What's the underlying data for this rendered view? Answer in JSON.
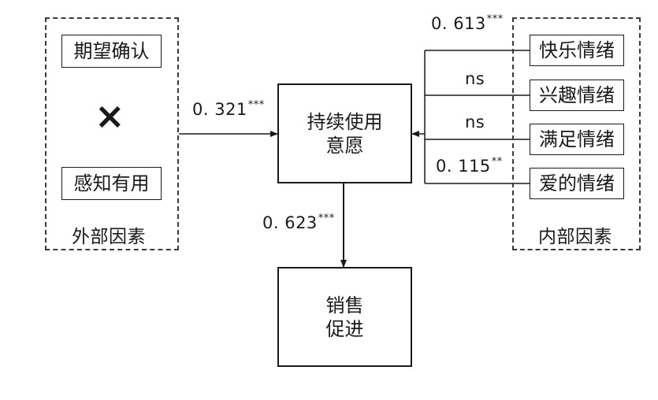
{
  "external_group": {
    "label": "外部因素",
    "item_top": "期望确认",
    "operator": "×",
    "item_bottom": "感知有用"
  },
  "internal_group": {
    "label": "内部因素",
    "items": [
      "快乐情绪",
      "兴趣情绪",
      "满足情绪",
      "爱的情绪"
    ]
  },
  "center_box": {
    "line1": "持续使用",
    "line2": "意愿"
  },
  "bottom_box": {
    "line1": "销售",
    "line2": "促进"
  },
  "paths": {
    "external_to_intention": {
      "value": "0. 321",
      "sig": "***"
    },
    "happy": {
      "value": "0. 613",
      "sig": "***"
    },
    "interest": {
      "value": "ns",
      "sig": ""
    },
    "satisfaction": {
      "value": "ns",
      "sig": ""
    },
    "love": {
      "value": "0. 115",
      "sig": "**"
    },
    "intention_to_sales": {
      "value": "0. 623",
      "sig": "***"
    }
  }
}
